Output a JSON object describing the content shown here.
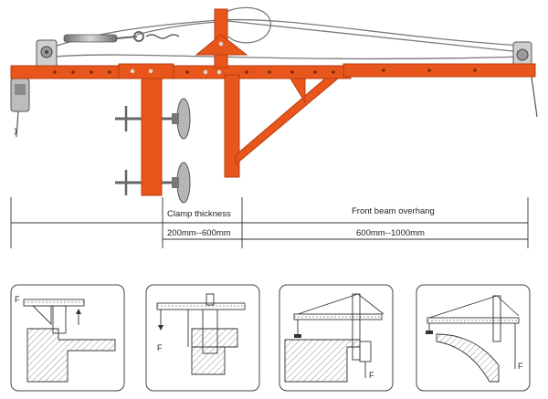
{
  "dimensions": {
    "clamp_thickness_label": "Clamp thickness",
    "clamp_thickness_range": "200mm--600mm",
    "front_beam_label": "Front beam overhang",
    "front_beam_range": "600mm--1000mm"
  },
  "panels": [
    {
      "force_label": "F"
    },
    {
      "force_label": "F"
    },
    {
      "force_label": "F"
    },
    {
      "force_label": "F"
    }
  ],
  "colors": {
    "beam": "#e8561c",
    "beam_dark": "#b83d0c",
    "steel": "#8a8a8a",
    "line": "#333333"
  }
}
